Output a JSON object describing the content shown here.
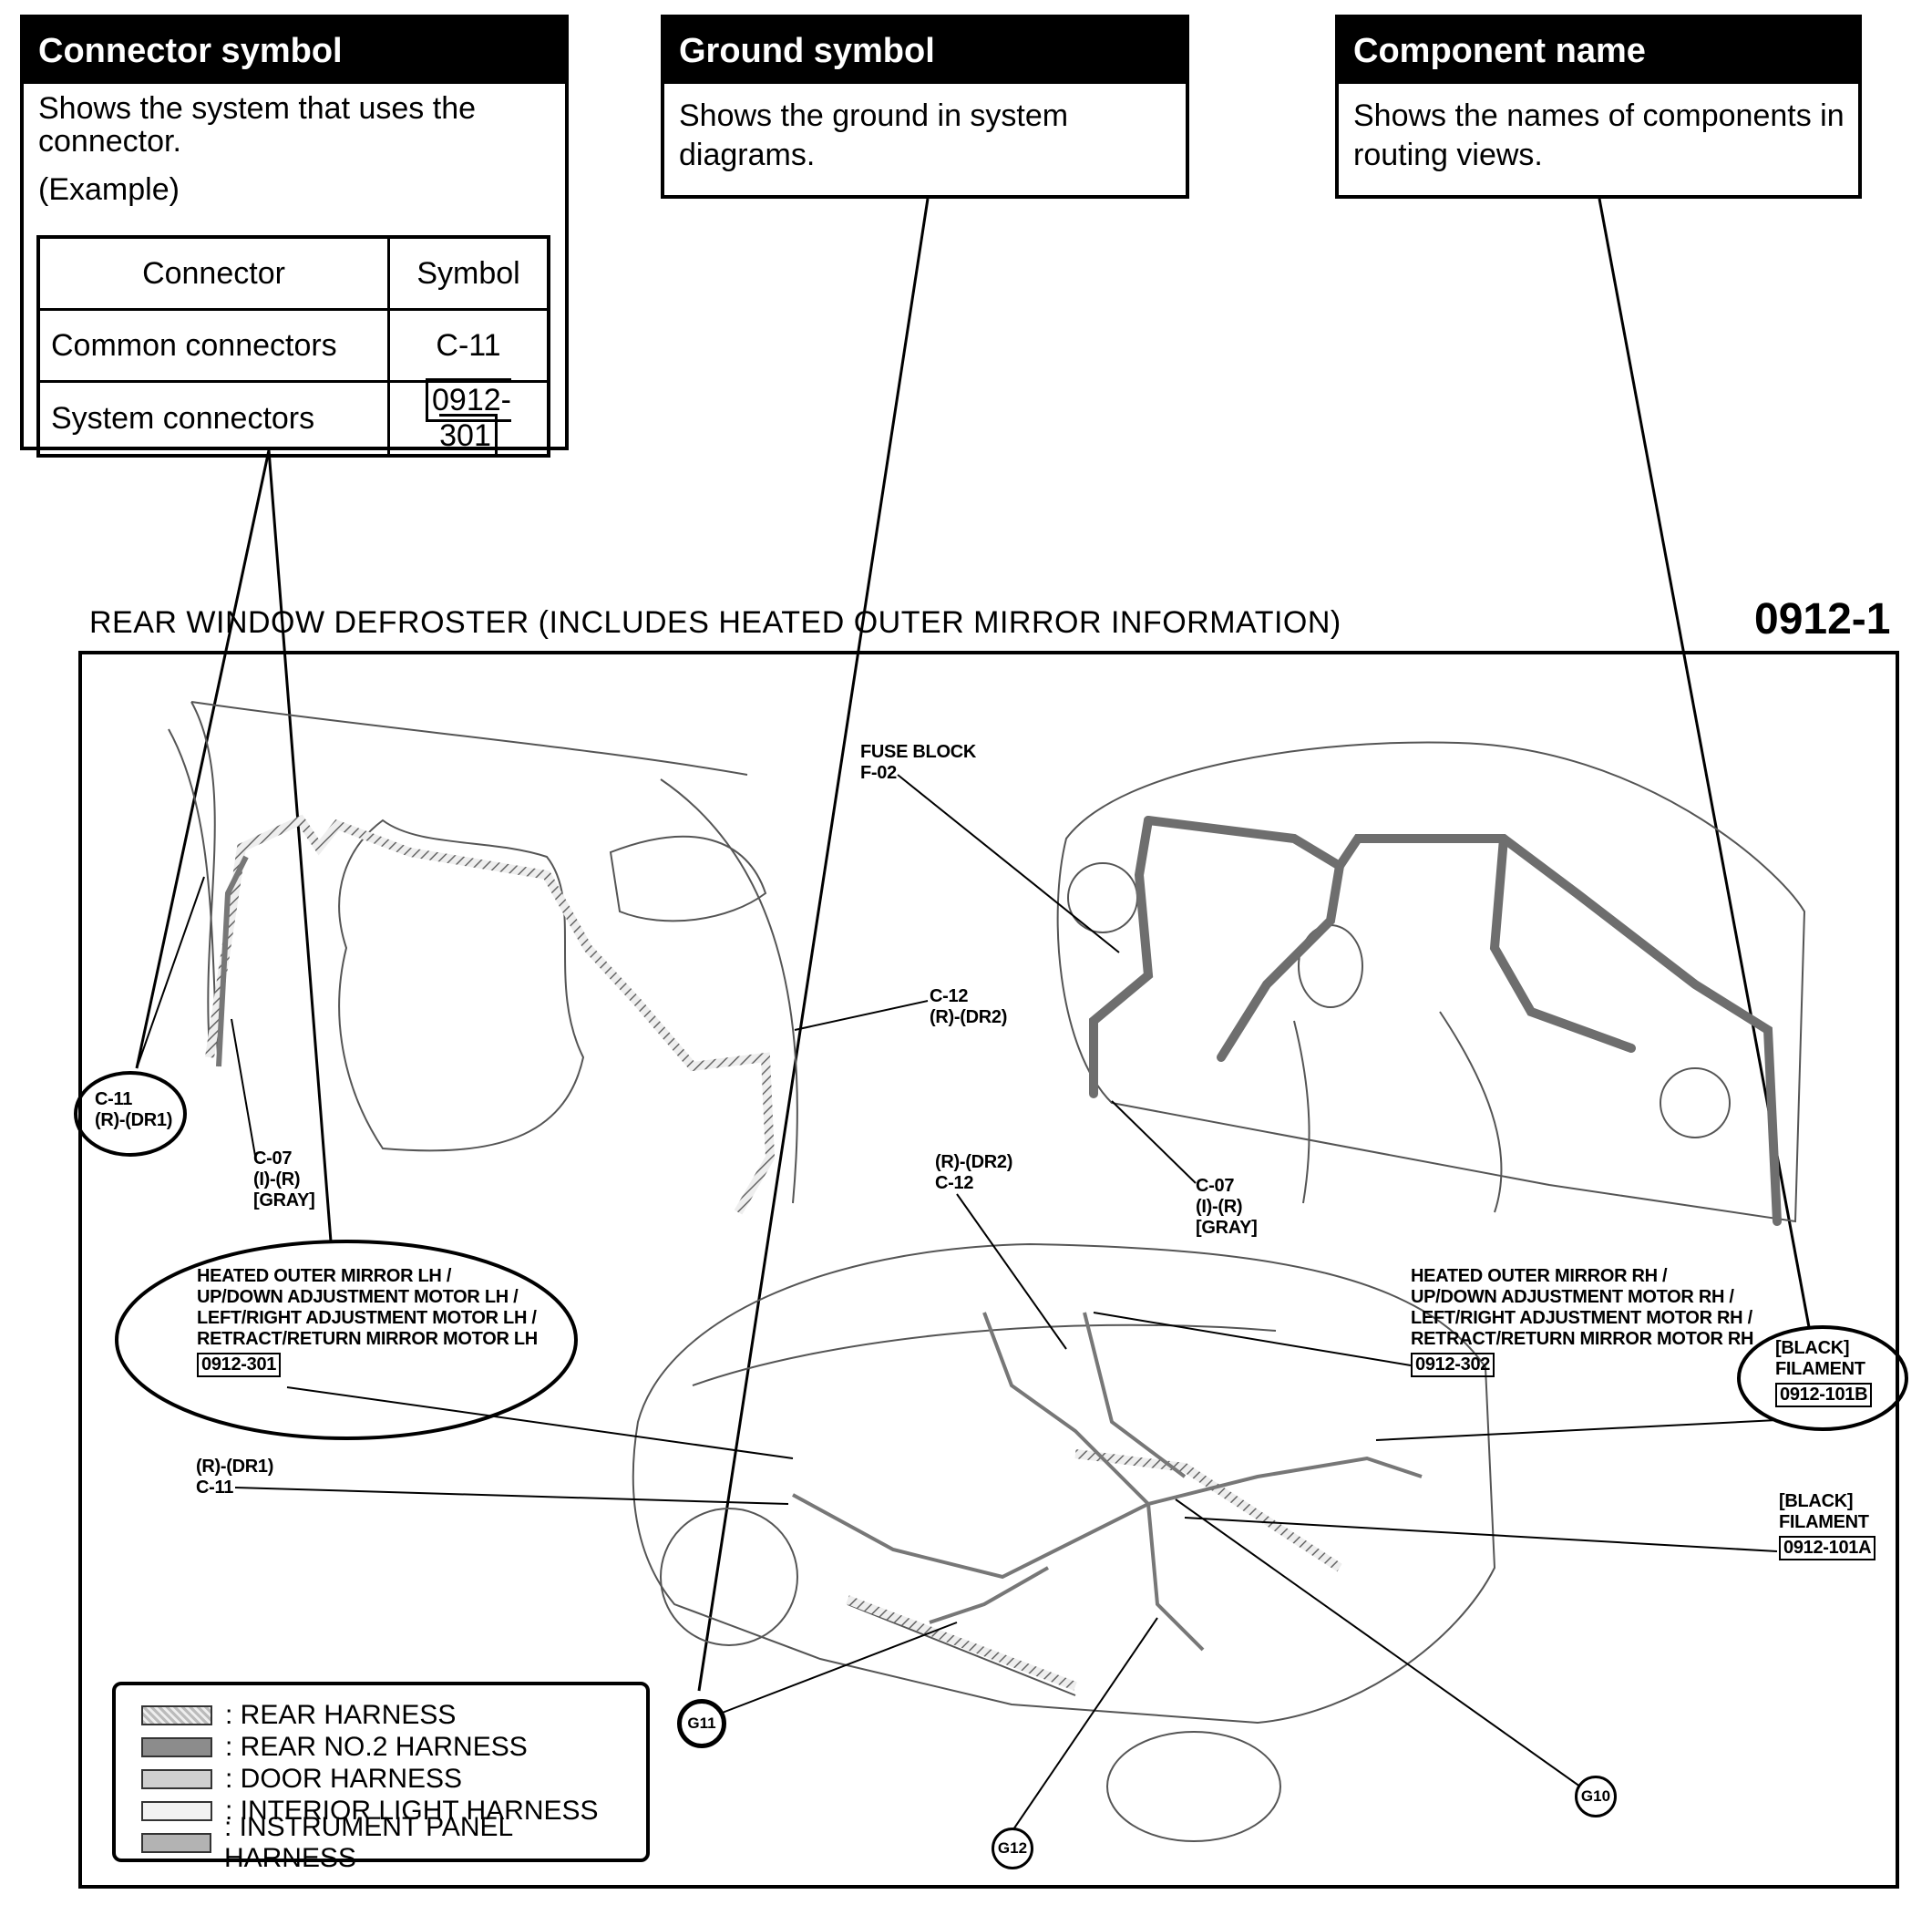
{
  "callouts": {
    "connector_symbol": {
      "title": "Connector symbol",
      "text": "Shows the system that uses the connector.",
      "example": "(Example)",
      "table": {
        "headers": [
          "Connector",
          "Symbol"
        ],
        "rows": [
          {
            "connector": "Common connectors",
            "symbol": "C-11"
          },
          {
            "connector": "System connectors",
            "symbol": "0912-301"
          }
        ]
      }
    },
    "ground_symbol": {
      "title": "Ground symbol",
      "text": "Shows the ground in system diagrams."
    },
    "component_name": {
      "title": "Component name",
      "text": "Shows the names of components in routing views."
    }
  },
  "diagram": {
    "title": "REAR WINDOW DEFROSTER (INCLUDES HEATED OUTER MIRROR INFORMATION)",
    "page_id": "0912-1",
    "labels": {
      "fuse_block": {
        "line1": "FUSE BLOCK",
        "line2": "F-02"
      },
      "c12_top": {
        "line1": "C-12",
        "line2": "(R)-(DR2)"
      },
      "c11_left": {
        "line1": "C-11",
        "line2": "(R)-(DR1)"
      },
      "c07_left": {
        "line1": "C-07",
        "line2": "(I)-(R)",
        "line3": "[GRAY]"
      },
      "c07_right": {
        "line1": "C-07",
        "line2": "(I)-(R)",
        "line3": "[GRAY]"
      },
      "c12_mid": {
        "line1": "(R)-(DR2)",
        "line2": "C-12"
      },
      "c11_low": {
        "line1": "(R)-(DR1)",
        "line2": "C-11"
      },
      "mirror_lh": {
        "lines": [
          "HEATED OUTER MIRROR LH /",
          "UP/DOWN ADJUSTMENT MOTOR LH /",
          "LEFT/RIGHT ADJUSTMENT MOTOR LH /",
          "RETRACT/RETURN MIRROR MOTOR LH"
        ],
        "code": "0912-301"
      },
      "mirror_rh": {
        "lines": [
          "HEATED OUTER MIRROR RH /",
          "UP/DOWN ADJUSTMENT MOTOR RH /",
          "LEFT/RIGHT ADJUSTMENT MOTOR RH /",
          "RETRACT/RETURN MIRROR MOTOR RH"
        ],
        "code": "0912-302"
      },
      "filament_b": {
        "line1": "[BLACK]",
        "line2": "FILAMENT",
        "code": "0912-101B"
      },
      "filament_a": {
        "line1": "[BLACK]",
        "line2": "FILAMENT",
        "code": "0912-101A"
      }
    },
    "grounds": [
      "G11",
      "G10",
      "G12"
    ]
  },
  "legend": [
    {
      "label": ": REAR HARNESS",
      "pattern": "hatched"
    },
    {
      "label": ": REAR NO.2 HARNESS",
      "color": "#8c8c8c"
    },
    {
      "label": ": DOOR HARNESS",
      "color": "#cfcfcf"
    },
    {
      "label": ": INTERIOR LIGHT HARNESS",
      "color": "#f2f2f2"
    },
    {
      "label": ": INSTRUMENT PANEL HARNESS",
      "color": "#b3b3b3"
    }
  ]
}
